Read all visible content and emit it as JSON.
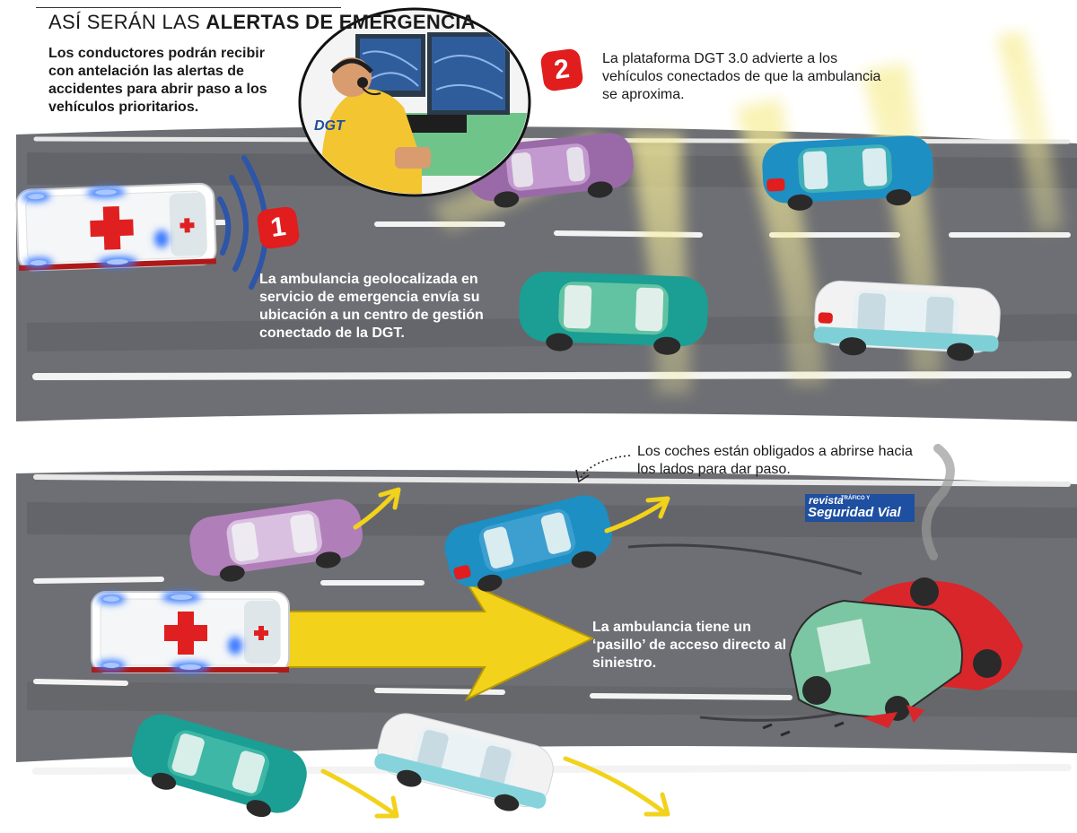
{
  "title": {
    "prefix": "ASÍ SERÁN LAS",
    "emphasis": "ALERTAS DE EMERGENCIA"
  },
  "intro": "Los conductores podrán recibir con antelación las alertas de accidentes para abrir paso a los vehículos prioritarios.",
  "steps": [
    {
      "number": "1",
      "text": "La ambulancia geolocalizada en servicio de emergencia envía su ubicación a un centro de gestión conectado de la DGT."
    },
    {
      "number": "2",
      "text": "La plataforma DGT 3.0 advierte a los vehículos conectados de que la ambulancia se aproxima."
    }
  ],
  "note": "Los coches están obligados a abrirse hacia los lados para dar paso.",
  "pasillo": "La ambulancia tiene un ‘pasillo’ de acceso directo al siniestro.",
  "operator_badge": "DGT",
  "logo": {
    "line1": "revista",
    "line2": "TRÁFICO Y",
    "line3": "Seguridad Vial"
  },
  "colors": {
    "road": "#6e6f74",
    "road_dark": "#55565b",
    "badge": "#e11d1d",
    "arrow": "#f2d21b",
    "signal_glow": "#f7ee9a",
    "ambulance_cross": "#e02020",
    "siren": "#3a7bff",
    "car_teal": "#1b9e93",
    "car_blue": "#1d8fc2",
    "car_purple": "#9a6aa8",
    "car_white": "#f2f2f2",
    "logo_bg": "#1e4fa0"
  },
  "icons": [
    "ambulance-icon",
    "signal-waves-icon",
    "car-icon",
    "crash-icon",
    "headset-icon",
    "monitor-icon",
    "arrow-icon"
  ]
}
